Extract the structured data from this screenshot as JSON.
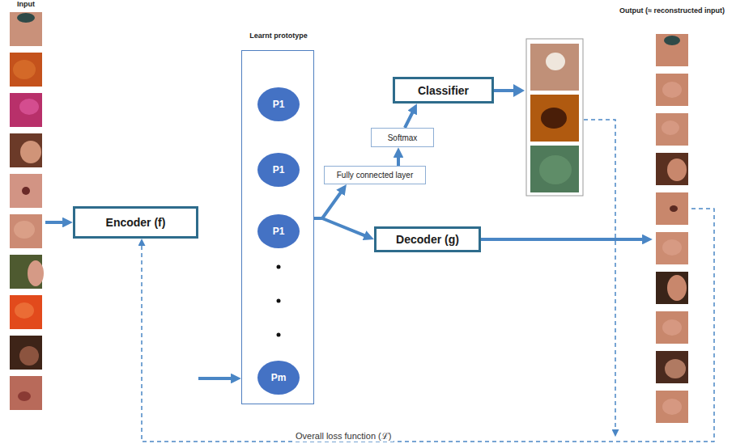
{
  "diagram": {
    "nodes": [
      {
        "text": [
          "Input"
        ]
      },
      {
        "text": [
          "Encoder (f)"
        ]
      },
      {
        "text": [
          "Learnt prototype"
        ]
      },
      {
        "text": [
          "P1"
        ],
        "in": 2
      },
      {
        "text": [
          "P1"
        ],
        "in": 2
      },
      {
        "text": [
          "P1"
        ],
        "in": 2
      },
      {
        "text": [
          "Pm"
        ],
        "in": 2
      },
      {
        "text": [
          "Fully connected layer"
        ]
      },
      {
        "text": [
          "Softmax"
        ]
      },
      {
        "text": [
          "Classifier"
        ]
      },
      {
        "text": [
          "Decoder (g)"
        ]
      },
      {
        "text": [
          "Output (≈ reconstructed input)"
        ]
      }
    ],
    "edges": [
      {
        "from": 0,
        "to": 1,
        "arrow": "to"
      },
      {
        "from": 1,
        "to": 2,
        "arrow": "to"
      },
      {
        "from": 2,
        "to": 7,
        "arrow": "to"
      },
      {
        "from": 2,
        "to": 10,
        "arrow": "to"
      },
      {
        "from": 7,
        "to": 8,
        "arrow": "to"
      },
      {
        "from": 8,
        "to": 9,
        "arrow": "to"
      },
      {
        "from": 10,
        "to": 11,
        "arrow": "to"
      },
      {
        "from": 11,
        "to": 1,
        "label": "Overall loss function (ℒ)",
        "arrow": "to"
      }
    ]
  }
}
